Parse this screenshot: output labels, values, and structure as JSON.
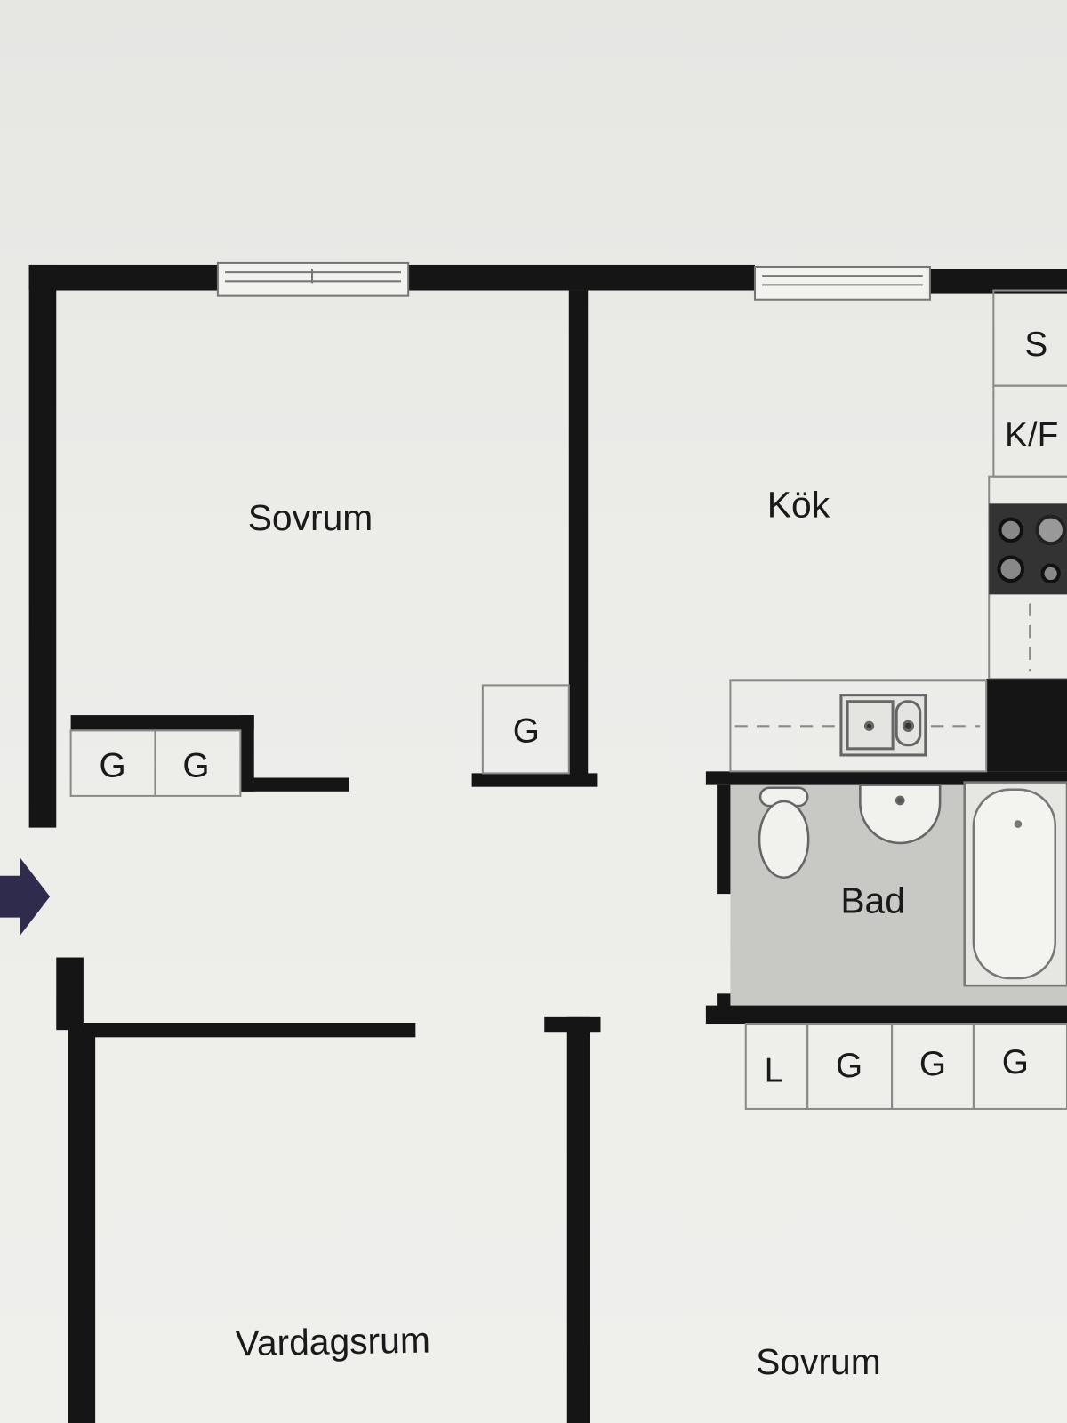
{
  "rooms": {
    "bedroom_top": "Sovrum",
    "kitchen": "Kök",
    "bathroom": "Bad",
    "living_room": "Vardagsrum",
    "bedroom_bottom": "Sovrum"
  },
  "closets": {
    "hall_left_1": "G",
    "hall_left_2": "G",
    "hall_center": "G",
    "row_l": "L",
    "row_g1": "G",
    "row_g2": "G",
    "row_g3": "G"
  },
  "kitchen_units": {
    "storage": "S",
    "fridge_freezer": "K/F"
  },
  "colors": {
    "wall": "#151515",
    "bath_floor": "#c8c8c5",
    "entrance_arrow": "#2e2b4d"
  }
}
